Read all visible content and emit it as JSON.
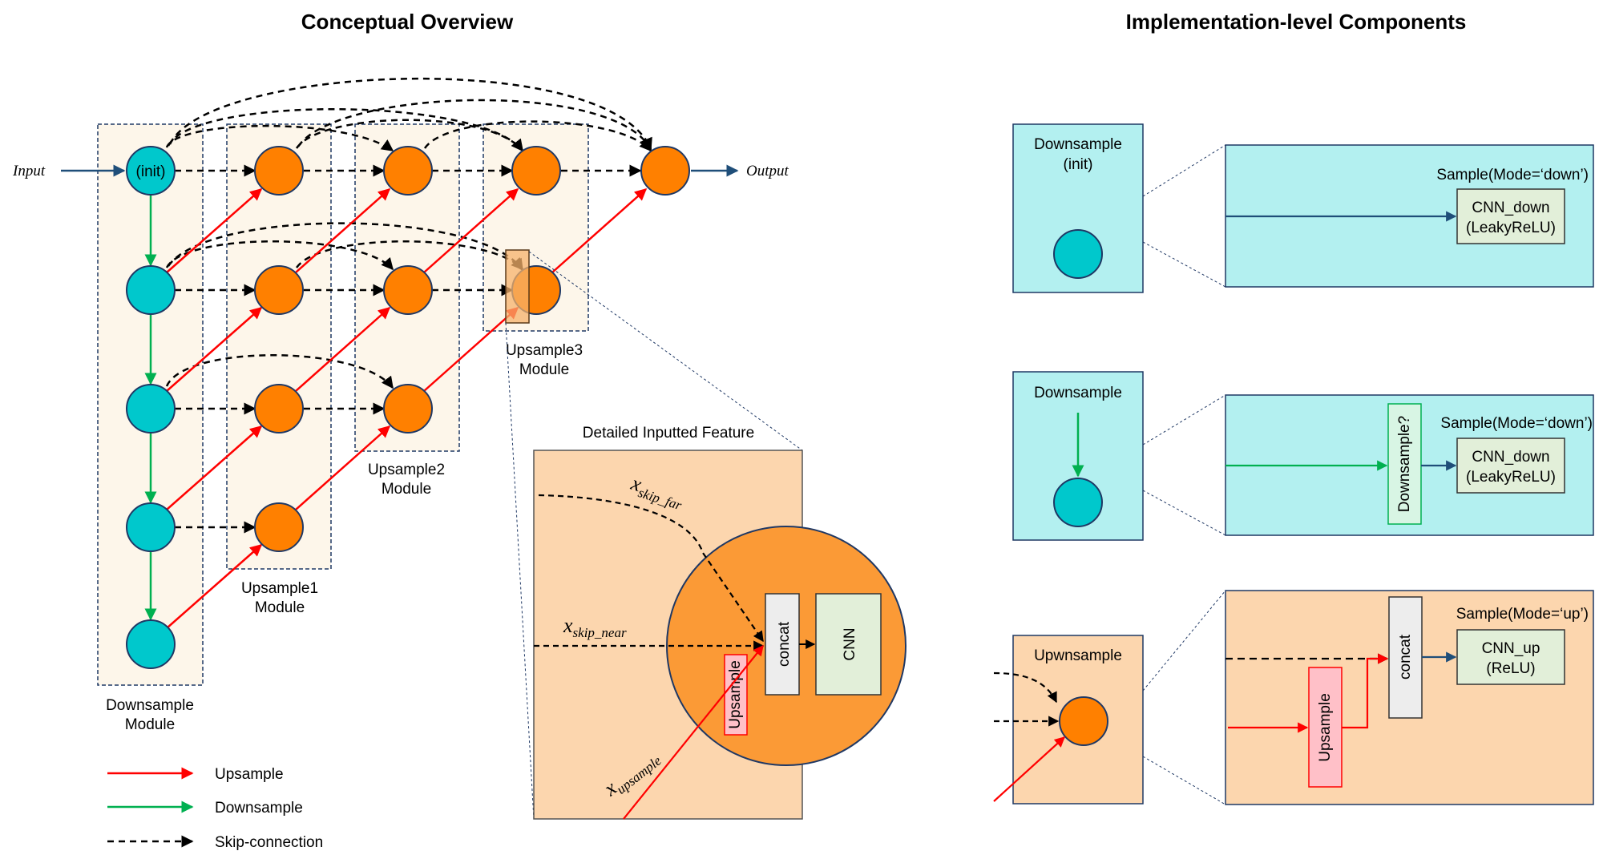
{
  "titles": {
    "left": "Conceptual Overview",
    "right": "Implementation-level Components"
  },
  "io": {
    "input": "Input",
    "output": "Output",
    "init": "(init)"
  },
  "modules": {
    "downsample": [
      "Downsample",
      "Module"
    ],
    "upsample1": [
      "Upsample1",
      "Module"
    ],
    "upsample2": [
      "Upsample2",
      "Module"
    ],
    "upsample3": [
      "Upsample3",
      "Module"
    ]
  },
  "legend": {
    "upsample": "Upsample",
    "downsample": "Downsample",
    "skip": "Skip-connection"
  },
  "detail": {
    "title": "Detailed Inputted Feature",
    "x_skip_far": "x",
    "x_skip_far_sub": "skip_far",
    "x_skip_near": "x",
    "x_skip_near_sub": "skip_near",
    "x_upsample": "x",
    "x_upsample_sub": "upsample",
    "concat": "concat",
    "cnn": "CNN",
    "upsample_box": "Upsample"
  },
  "components": {
    "init": {
      "label": [
        "Downsample",
        "(init)"
      ],
      "mode": "Sample(Mode=‘down’)",
      "cnn": [
        "CNN_down",
        "(LeakyReLU)"
      ]
    },
    "down": {
      "label": "Downsample",
      "mode": "Sample(Mode=‘down’)",
      "cnn": [
        "CNN_down",
        "(LeakyReLU)"
      ],
      "box": "Downsample?"
    },
    "up": {
      "label": "Upwnsample",
      "mode": "Sample(Mode=‘up’)",
      "cnn": [
        "CNN_up",
        "(ReLU)"
      ],
      "upsample_box": "Upsample",
      "concat_box": "concat"
    }
  },
  "colors": {
    "cyan": "#00c8cc",
    "orange": "#ff8000",
    "upsample": "#ff0000",
    "downsample": "#00b050",
    "module_fill": "#fdf6ea",
    "cyan_panel": "#b3f0f0",
    "peach_panel": "#fcd6ae",
    "cnn_fill": "#e2efd9",
    "upsample_fill": "#ffc0c8"
  }
}
